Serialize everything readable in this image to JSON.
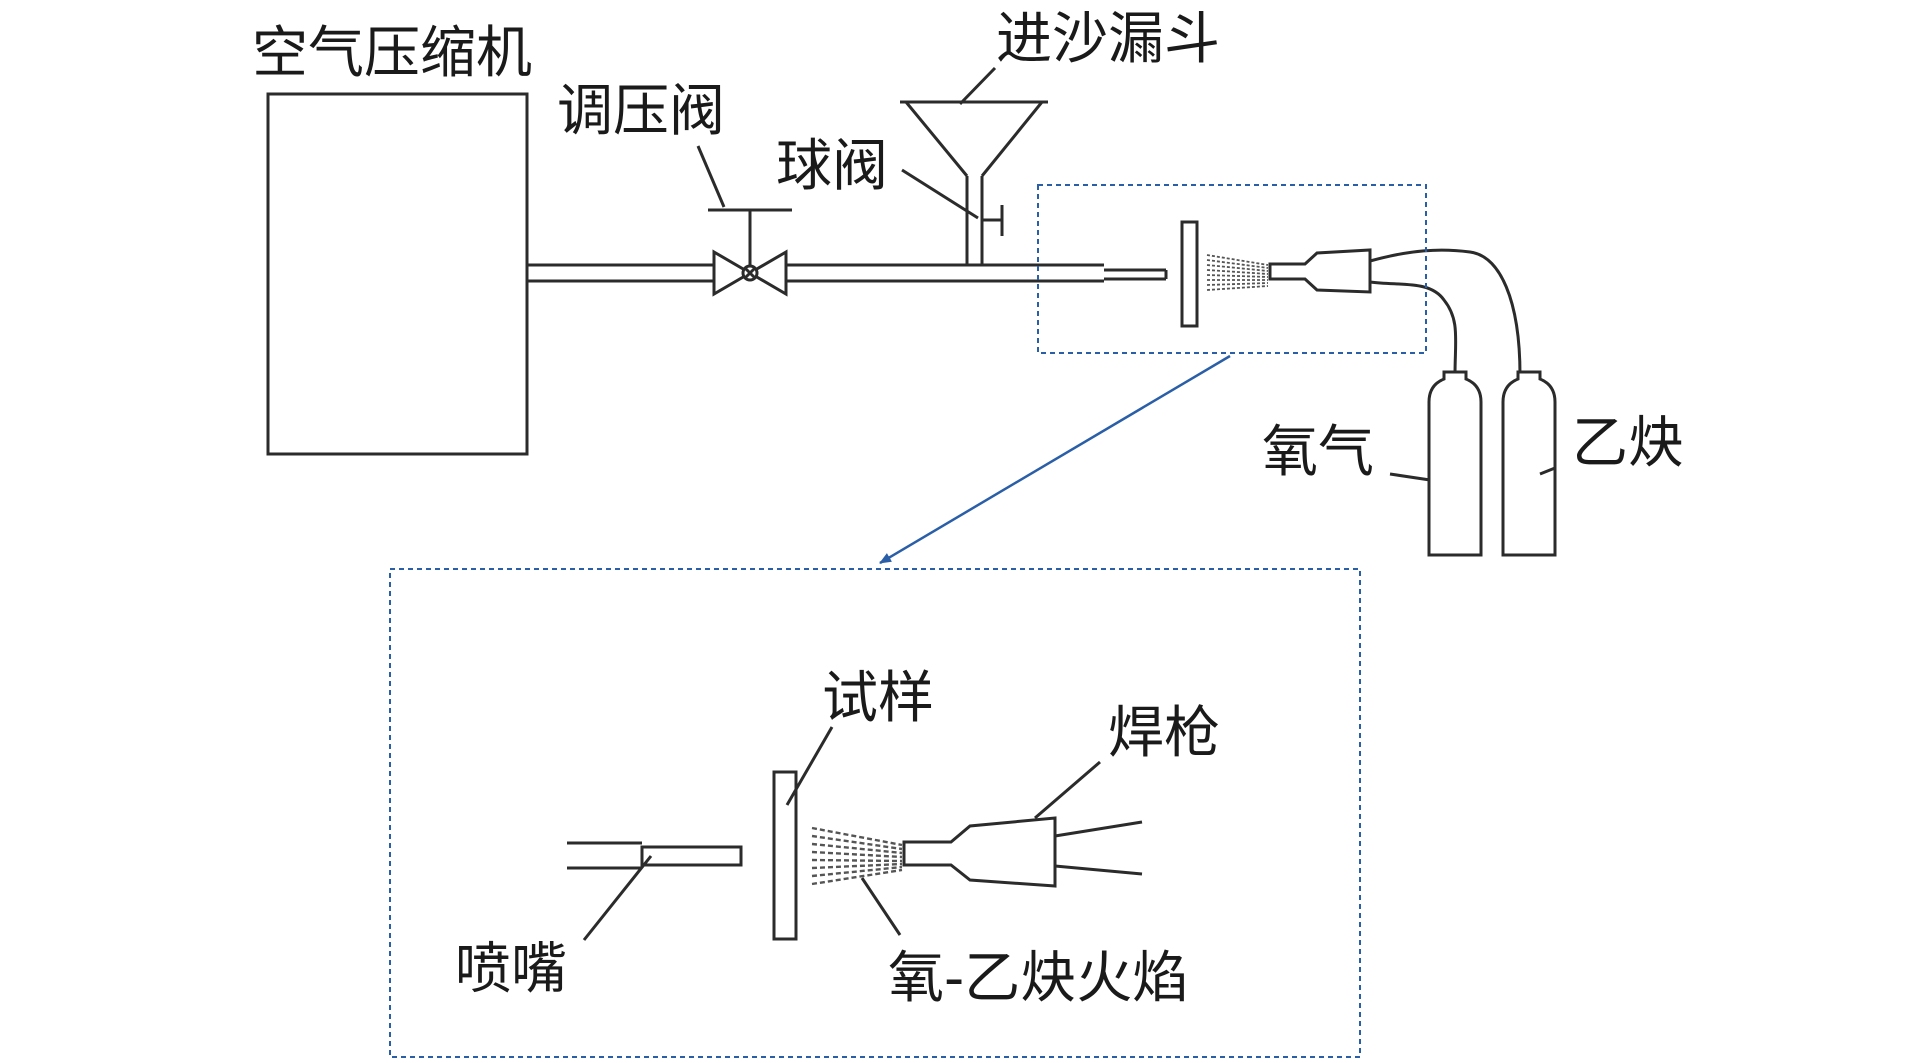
{
  "labels": {
    "compressor": "空气压缩机",
    "pressure_valve": "调压阀",
    "ball_valve": "球阀",
    "sand_hopper": "进沙漏斗",
    "oxygen": "氧气",
    "acetylene": "乙炔",
    "specimen": "试样",
    "torch": "焊枪",
    "nozzle": "喷嘴",
    "flame": "氧-乙炔火焰"
  },
  "colors": {
    "line": "#2b2b2b",
    "detail_frame": "#2a5fa8",
    "zoom_arrow": "#2a5fa8"
  }
}
